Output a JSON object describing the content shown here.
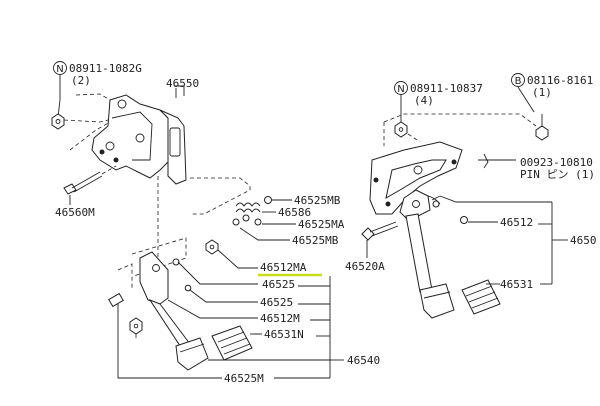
{
  "diagram": {
    "highlight_color": "#c8dc1e",
    "left_assembly": {
      "callouts": {
        "nut_symbol": "N",
        "nut_part": "08911-1082G",
        "nut_qty": "(2)",
        "bracket": "46550",
        "bolt": "46560M",
        "p46525MB_top": "46525MB",
        "p46586": "46586",
        "p46525MA": "46525MA",
        "p46525MB_bottom": "46525MB",
        "p46512MA": "46512MA",
        "p46525_a": "46525",
        "p46525_b": "46525",
        "p46512M": "46512M",
        "p46531N": "46531N",
        "p46540": "46540",
        "p46525M": "46525M"
      }
    },
    "right_assembly": {
      "callouts": {
        "nut_symbol": "N",
        "nut_part": "08911-10837",
        "nut_qty": "(4)",
        "bolt_symbol": "B",
        "bolt_part": "08116-8161",
        "bolt_qty": "(1)",
        "pin_part": "00923-10810",
        "pin_label": "PIN ピン (1)",
        "p46512": "46512",
        "p4650": "4650",
        "p46520A": "46520A",
        "p46531": "46531"
      }
    }
  }
}
